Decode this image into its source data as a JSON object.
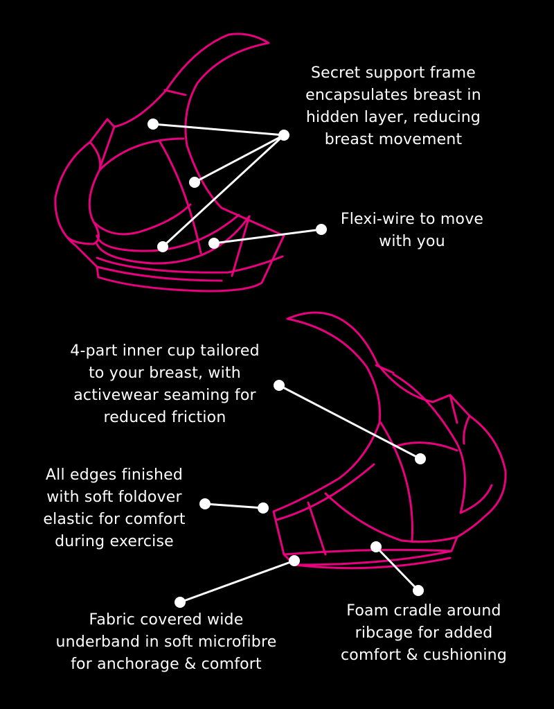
{
  "colors": {
    "background": "#000000",
    "outline": "#e8007f",
    "callout": "#ffffff"
  },
  "callouts": {
    "support_frame": [
      "Secret support frame",
      "encapsulates breast in",
      "hidden layer, reducing",
      "breast movement"
    ],
    "flexi_wire": [
      "Flexi-wire to move",
      "with you"
    ],
    "inner_cup": [
      "4-part inner cup tailored",
      "to your breast, with",
      "activewear seaming for",
      "reduced friction"
    ],
    "edges": [
      "All edges finished",
      "with soft foldover",
      "elastic for comfort",
      "during exercise"
    ],
    "underband": [
      "Fabric covered wide",
      "underband in soft microfibre",
      "for anchorage & comfort"
    ],
    "foam_cradle": [
      "Foam cradle around",
      "ribcage for added",
      "comfort & cushioning"
    ]
  }
}
